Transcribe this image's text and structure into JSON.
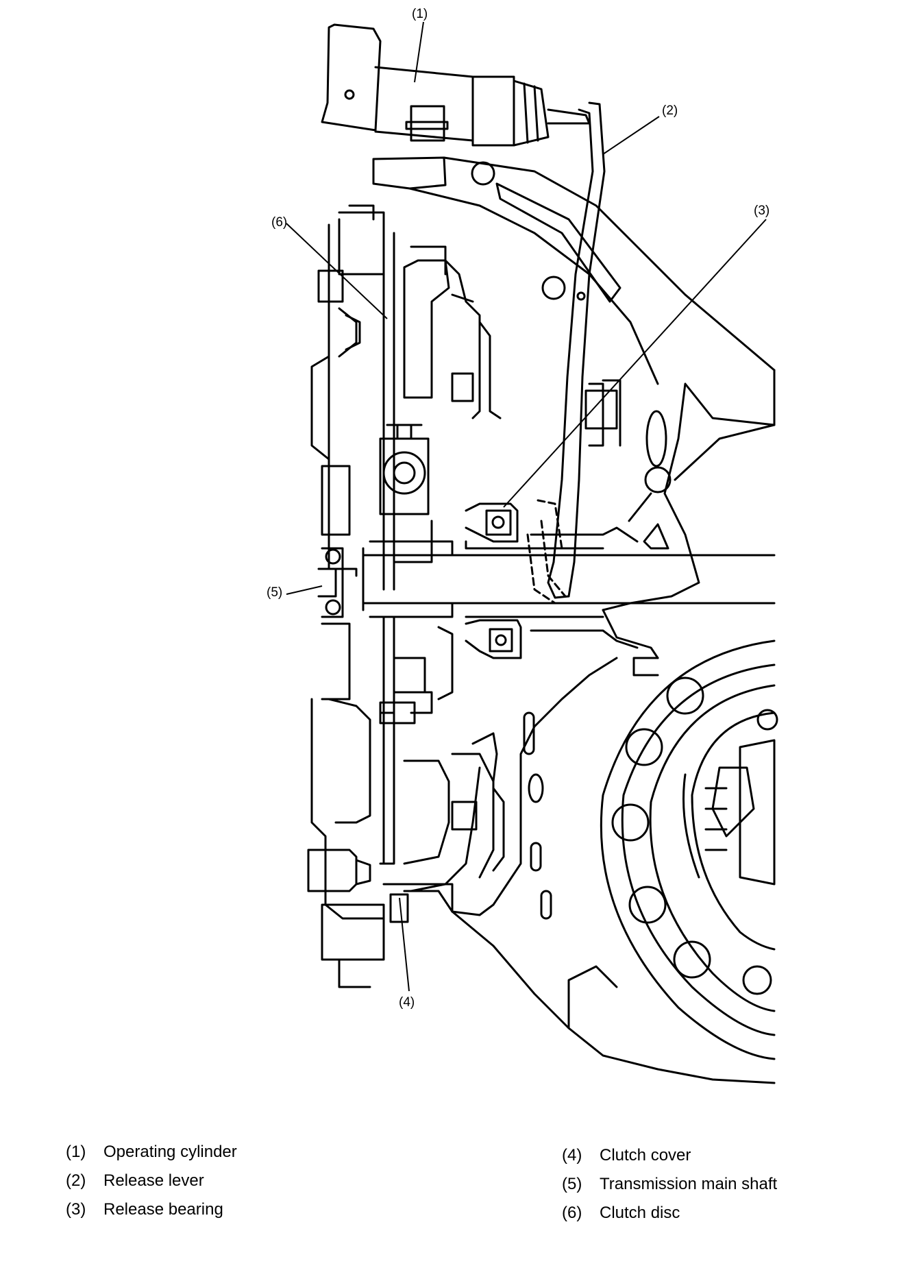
{
  "callouts": {
    "c1": "(1)",
    "c2": "(2)",
    "c3": "(3)",
    "c4": "(4)",
    "c5": "(5)",
    "c6": "(6)"
  },
  "legend": {
    "left": [
      {
        "num": "(1)",
        "text": "Operating cylinder"
      },
      {
        "num": "(2)",
        "text": "Release lever"
      },
      {
        "num": "(3)",
        "text": "Release bearing"
      }
    ],
    "right": [
      {
        "num": "(4)",
        "text": "Clutch cover"
      },
      {
        "num": "(5)",
        "text": "Transmission main shaft"
      },
      {
        "num": "(6)",
        "text": "Clutch disc"
      }
    ]
  },
  "colors": {
    "line": "#000000",
    "background": "#ffffff"
  }
}
